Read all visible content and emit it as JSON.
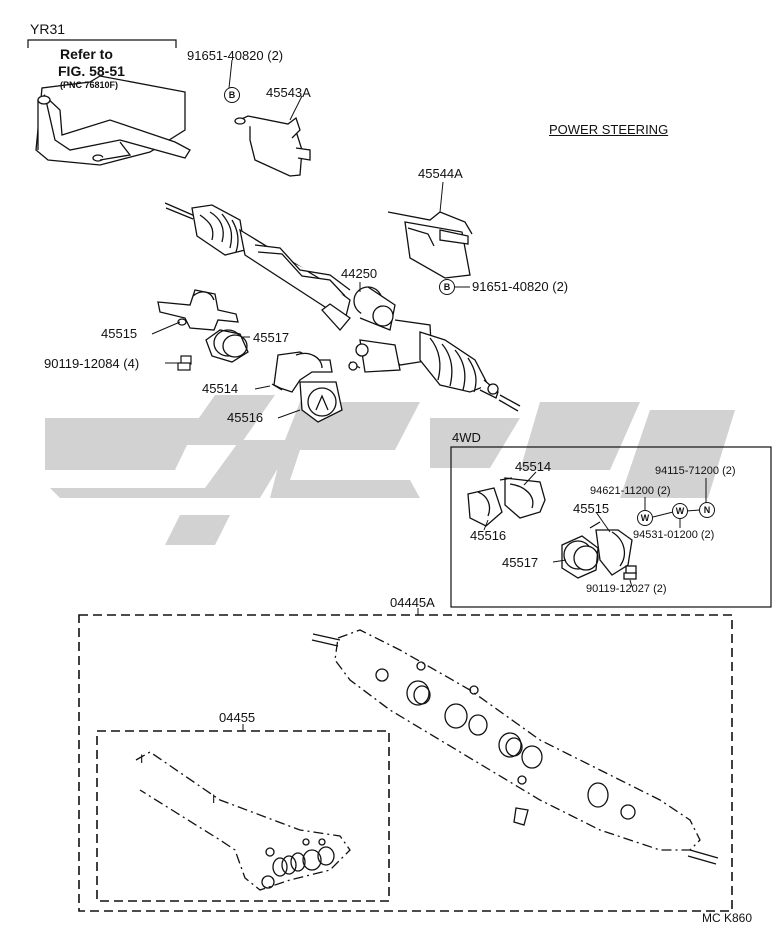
{
  "header": {
    "variant": "YR31",
    "refer_line1": "Refer to",
    "refer_line2": "FIG. 58-51",
    "refer_pnc": "(PNC 76810F)",
    "section_title": "POWER STEERING"
  },
  "parts": {
    "p_91651_top": "91651-40820 (2)",
    "p_45543A": "45543A",
    "p_45544A": "45544A",
    "p_91651_mid": "91651-40820 (2)",
    "p_44250": "44250",
    "p_45515": "45515",
    "p_45517": "45517",
    "p_90119_12084": "90119-12084 (4)",
    "p_45514": "45514",
    "p_45516": "45516"
  },
  "fourwd": {
    "label": "4WD",
    "p_45514": "45514",
    "p_45516": "45516",
    "p_45515": "45515",
    "p_45517": "45517",
    "p_94115": "94115-71200 (2)",
    "p_94621": "94621-11200 (2)",
    "p_94531": "94531-01200 (2)",
    "p_90119_12027": "90119-12027 (2)"
  },
  "kits": {
    "p_04445A": "04445A",
    "p_04455": "04455"
  },
  "symbols": {
    "b": "B",
    "w": "W",
    "n": "N"
  },
  "footer": {
    "code": "MC K860"
  },
  "colors": {
    "ink": "#111111",
    "watermark": "#d2d2d2"
  }
}
